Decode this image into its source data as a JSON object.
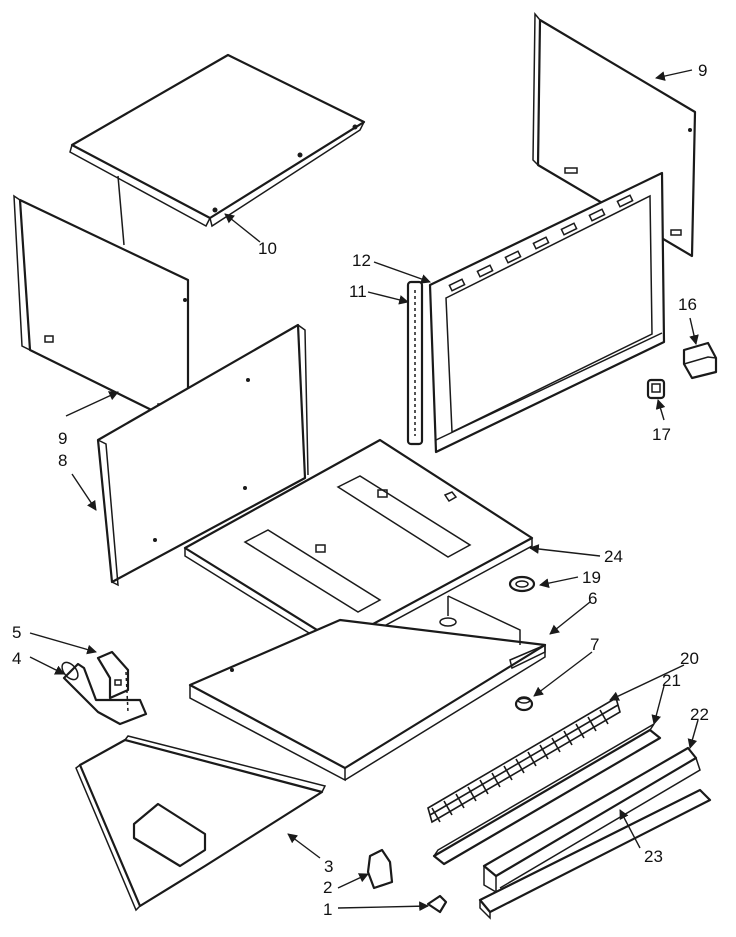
{
  "callouts": {
    "c1": "1",
    "c2": "2",
    "c3": "3",
    "c4": "4",
    "c5": "5",
    "c6": "6",
    "c7": "7",
    "c8": "8",
    "c9_left": "9",
    "c9_right": "9",
    "c10": "10",
    "c11": "11",
    "c12": "12",
    "c16": "16",
    "c17": "17",
    "c19": "19",
    "c20": "20",
    "c21": "21",
    "c22": "22",
    "c23": "23",
    "c24": "24"
  }
}
